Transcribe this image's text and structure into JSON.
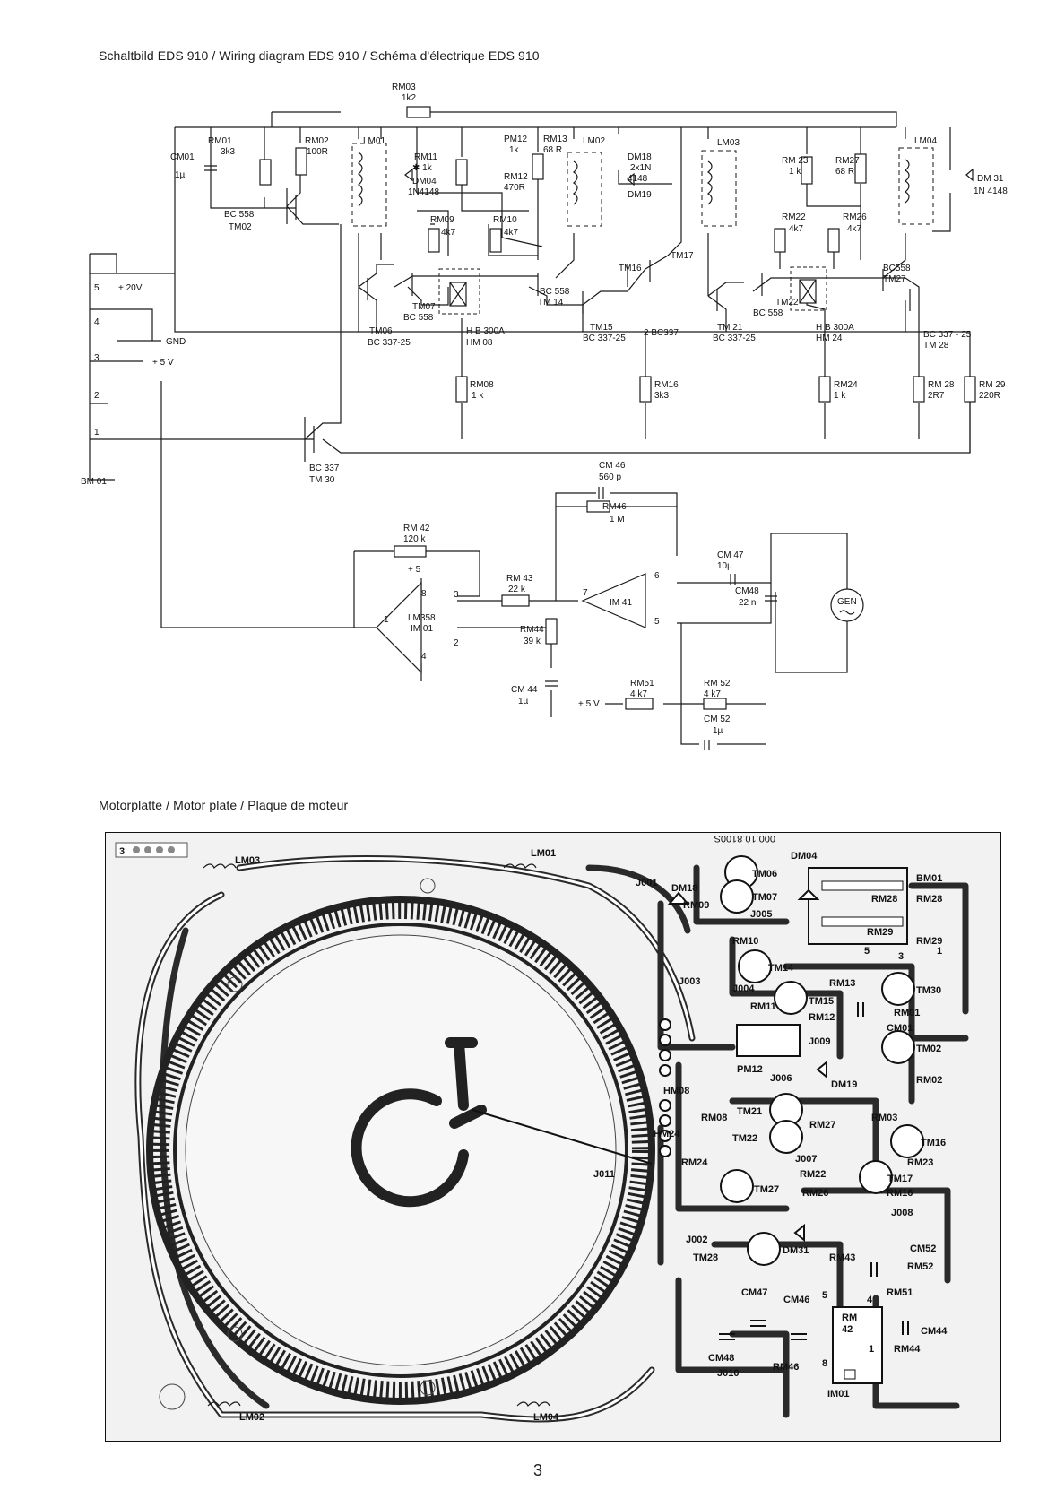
{
  "captions": {
    "schematic": "Schaltbild EDS 910 / Wiring diagram EDS 910 / Schéma d'électrique EDS 910",
    "motor_plate": "Motorplatte / Motor plate / Plaque de moteur"
  },
  "page_number": "3",
  "schematic_labels": {
    "rm03": "RM03",
    "rm03_val": "1k2",
    "rm01": "RM01",
    "rm01_val": "3k3",
    "rm02": "RM02",
    "rm02_val": "100R",
    "cm01": "CM01",
    "cm01_val": "1µ",
    "bc558_tm02": "BC 558",
    "tm02": "TM02",
    "lm01": "LM01",
    "lm02": "LM02",
    "lm03": "LM03",
    "lm04": "LM04",
    "rm11": "RM11",
    "rm11_val": "✱ 1k",
    "dm04": "DM04",
    "dm04_val": "1N4148",
    "pm12": "PM12",
    "pm12_val": "1k",
    "rm12": "RM12",
    "rm12_val": "470R",
    "rm13": "RM13",
    "rm13_val": "68 R",
    "dm18": "DM18",
    "dm18_val": "2x1N",
    "dm18_val2": "4148",
    "dm19": "DM19",
    "rm09": "RM09",
    "rm09_val": "4k7",
    "rm10": "RM10",
    "rm10_val": "4k7",
    "rm23": "RM 23",
    "rm23_val": "1 k",
    "rm27": "RM27",
    "rm27_val": "68 R",
    "dm31": "DM 31",
    "dm31_val": "1N 4148",
    "rm22": "RM22",
    "rm22_val": "4k7",
    "rm26": "RM26",
    "rm26_val": "4k7",
    "tm16": "TM16",
    "tm17": "TM17",
    "bc558_tm27": "BC558",
    "tm27": "TM27",
    "tm07": "TM07",
    "bc558_tm07": "BC 558",
    "bc558_tm14": "BC 558",
    "tm14": "TM 14",
    "tm22": "TM22",
    "bc558_tm22": "BC 558",
    "tm06": "TM06",
    "bc337_tm06": "BC 337-25",
    "hb300a_1": "H B 300A",
    "hm08": "HM 08",
    "tm15": "TM15",
    "bc337_tm15": "BC 337-25",
    "bc337_2": "2  BC337",
    "tm21": "TM 21",
    "bc337_tm21": "BC 337-25",
    "hb300a_2": "H B 300A",
    "hm24": "HM 24",
    "bc337_tm28": "BC 337 - 25",
    "tm28": "TM 28",
    "rm08": "RM08",
    "rm08_val": "1 k",
    "rm16": "RM16",
    "rm16_val": "3k3",
    "rm24": "RM24",
    "rm24_val": "1 k",
    "rm28": "RM 28",
    "rm28_val": "2R7",
    "rm29": "RM 29",
    "rm29_val": "220R",
    "plus20v": "+ 20V",
    "gnd": "GND",
    "plus5v": "+ 5 V",
    "pin5": "5",
    "pin4": "4",
    "pin3": "3",
    "pin2": "2",
    "pin1": "1",
    "bm01": "BM 01",
    "bc337_tm30": "BC 337",
    "tm30": "TM 30",
    "cm46": "CM 46",
    "cm46_val": "560 p",
    "rm46": "RM46",
    "rm46_val": "1 M",
    "rm42": "RM 42",
    "rm42_val": "120 k",
    "plus5": "+ 5",
    "lm358": "LM358",
    "im01": "IM 01",
    "rm43": "RM 43",
    "rm43_val": "22 k",
    "im41": "IM 41",
    "cm47": "CM 47",
    "cm47_val": "10µ",
    "cm48": "CM48",
    "cm48_val": "22 n",
    "gen": "GEN",
    "rm44": "RM44",
    "rm44_val": "39 k",
    "cm44": "CM 44",
    "cm44_val": "1µ",
    "rm51": "RM51",
    "rm51_val": "4 k7",
    "rm52": "RM 52",
    "rm52_val": "4 k7",
    "cm52": "CM 52",
    "cm52_val": "1µ",
    "plus5v_b": "+ 5 V",
    "op_pin8": "8",
    "op_pin3": "3",
    "op_pin1": "1",
    "op_pin2": "2",
    "op_pin4": "4",
    "op2_pin7": "7",
    "op2_pin6": "6",
    "op2_pin5": "5"
  },
  "pcb_labels": {
    "code": "3",
    "board_no": "000.10.8100S",
    "lm03": "LM03",
    "lm01": "LM01",
    "lm02": "LM02",
    "lm04": "LM04",
    "j001": "J001",
    "dm18": "DM18",
    "rm09": "RM09",
    "tm06": "TM06",
    "tm07": "TM07",
    "dm04": "DM04",
    "j005": "J005",
    "bm01": "BM01",
    "rm28": "RM28",
    "rm29": "RM29",
    "rm28b": "RM28",
    "rm29b": "RM29",
    "rm10": "RM10",
    "tm14": "TM14",
    "j003": "J003",
    "j004": "J004",
    "rm13": "RM13",
    "tm15": "TM15",
    "rm11": "RM11",
    "rm12": "RM12",
    "tm30": "TM30",
    "rm01": "RM01",
    "cm01": "CM01",
    "j009": "J009",
    "pm12": "PM12",
    "hm08": "HM08",
    "j006": "J006",
    "dm19": "DM19",
    "tm02": "TM02",
    "rm02": "RM02",
    "rm08": "RM08",
    "tm21": "TM21",
    "rm27": "RM27",
    "rm03": "RM03",
    "hm24": "HM24",
    "tm22": "TM22",
    "tm16": "TM16",
    "j007": "J007",
    "rm23": "RM23",
    "rm24": "RM24",
    "rm22": "RM22",
    "tm17": "TM17",
    "j011": "J011",
    "tm27": "TM27",
    "rm26": "RM26",
    "rm16": "RM16",
    "j008": "J008",
    "j002": "J002",
    "dm31": "DM31",
    "tm28": "TM28",
    "rm43": "RM43",
    "cm52": "CM52",
    "rm52": "RM52",
    "cm47": "CM47",
    "cm46": "CM46",
    "rm51": "RM51",
    "rm42a": "RM",
    "rm42b": "42",
    "cm44": "CM44",
    "cm48": "CM48",
    "j010": "J010",
    "rm46": "RM46",
    "im01": "IM01",
    "rm44": "RM44",
    "pin5": "5",
    "pin3": "3",
    "pin1": "1",
    "pin4": "4",
    "pin8": "8",
    "pin1b": "1",
    "pin5b": "5"
  }
}
